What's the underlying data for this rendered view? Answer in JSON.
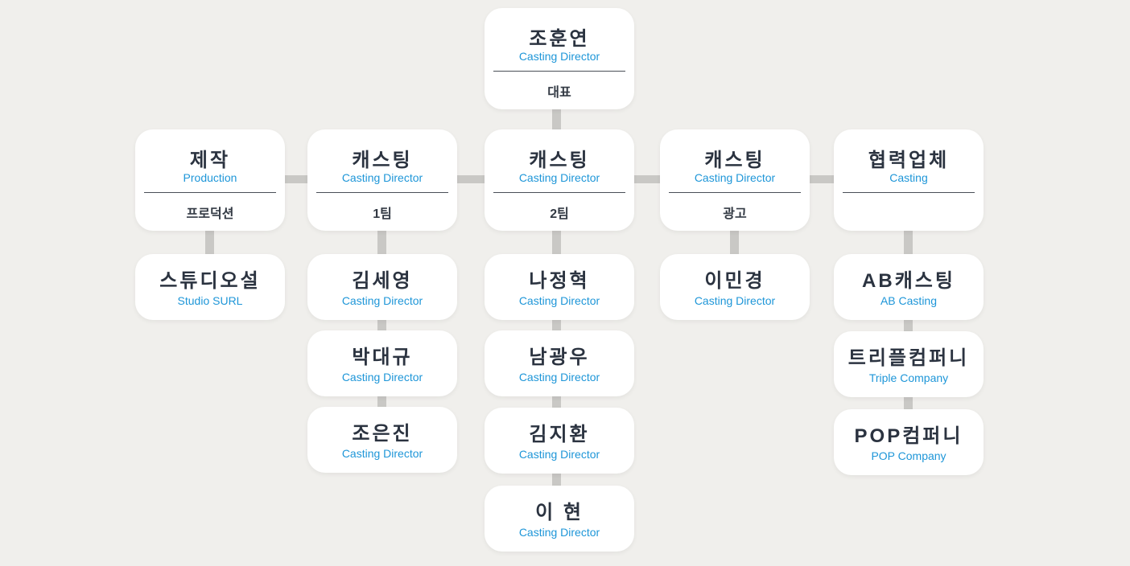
{
  "top": {
    "name": "조훈연",
    "role": "Casting Director",
    "team": "대표"
  },
  "departments": [
    {
      "name": "제작",
      "role": "Production",
      "team": "프로덕션",
      "members": [
        {
          "name": "스튜디오설",
          "role": "Studio SURL"
        }
      ]
    },
    {
      "name": "캐스팅",
      "role": "Casting Director",
      "team": "1팀",
      "members": [
        {
          "name": "김세영",
          "role": "Casting Director"
        },
        {
          "name": "박대규",
          "role": "Casting Director"
        },
        {
          "name": "조은진",
          "role": "Casting Director"
        }
      ]
    },
    {
      "name": "캐스팅",
      "role": "Casting Director",
      "team": "2팀",
      "members": [
        {
          "name": "나정혁",
          "role": "Casting Director"
        },
        {
          "name": "남광우",
          "role": "Casting Director"
        },
        {
          "name": "김지환",
          "role": "Casting Director"
        },
        {
          "name": "이 현",
          "role": "Casting Director"
        }
      ]
    },
    {
      "name": "캐스팅",
      "role": "Casting Director",
      "team": "광고",
      "members": [
        {
          "name": "이민경",
          "role": "Casting Director"
        }
      ]
    },
    {
      "name": "협력업체",
      "role": "Casting",
      "team": "",
      "members": [
        {
          "name": "AB캐스팅",
          "role": "AB Casting"
        },
        {
          "name": "트리플컴퍼니",
          "role": "Triple Company"
        },
        {
          "name": "POP컴퍼니",
          "role": "POP Company"
        }
      ]
    }
  ],
  "colors": {
    "background": "#f0efec",
    "card": "#ffffff",
    "name": "#2b3340",
    "role": "#1e96d8",
    "connector": "#c9c8c5"
  }
}
